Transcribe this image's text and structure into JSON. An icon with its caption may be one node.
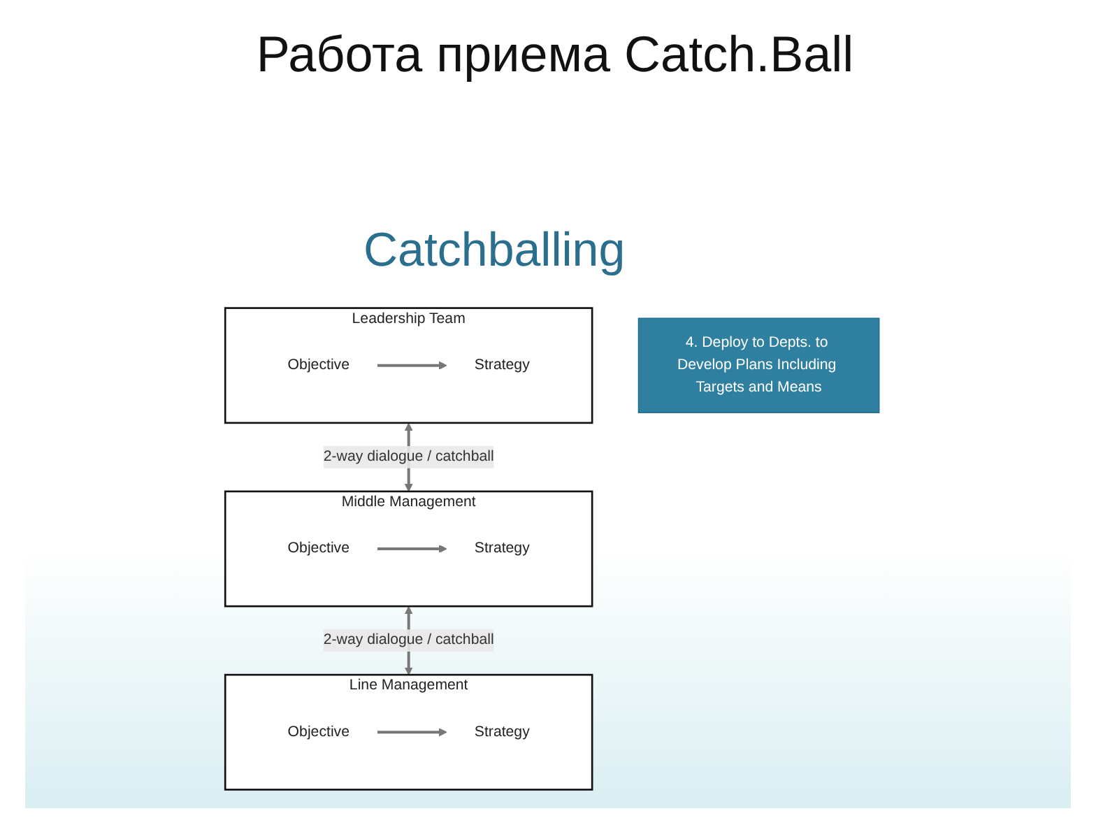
{
  "diagram": {
    "title": "Работа приема Catch.Ball",
    "nodes": [
      {
        "text": [
          "4. Deploy to Depts. to Develop Plans Including Targets and Means"
        ]
      },
      {
        "text": [
          "Leadership Team"
        ]
      },
      {
        "text": [
          "Objective"
        ],
        "in": 1
      },
      {
        "text": [
          "Strategy"
        ],
        "in": 1
      },
      {
        "text": [
          "Middle Management"
        ]
      },
      {
        "text": [
          "Objective"
        ],
        "in": 4
      },
      {
        "text": [
          "Strategy"
        ],
        "in": 4
      },
      {
        "text": [
          "Line Management"
        ]
      },
      {
        "text": [
          "Objective"
        ],
        "in": 7
      },
      {
        "text": [
          "Strategy"
        ],
        "in": 7
      }
    ],
    "edges": [
      {
        "from": 2,
        "to": 3,
        "arrow": "to"
      },
      {
        "from": 1,
        "to": 4,
        "arrow": "both",
        "label": "2-way dialogue / catchball"
      },
      {
        "from": 5,
        "to": 6,
        "arrow": "to"
      },
      {
        "from": 4,
        "to": 7,
        "arrow": "both",
        "label": "2-way dialogue / catchball"
      },
      {
        "from": 8,
        "to": 9,
        "arrow": "to"
      }
    ],
    "labels": [
      "Catchballing"
    ]
  }
}
